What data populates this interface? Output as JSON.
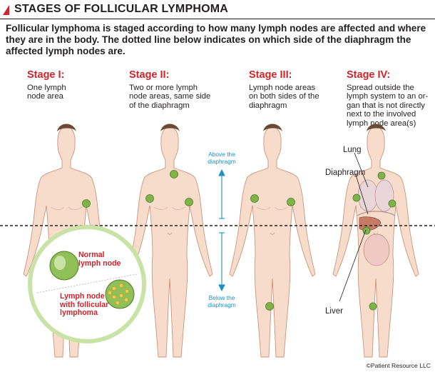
{
  "header": {
    "title": "STAGES OF FOLLICULAR LYMPHOMA"
  },
  "intro": "Follicular lymphoma is staged according to how many lymph nodes are affected and where they are in the body. The dotted line below indicates on which side of the diaphragm the affected lymph nodes are.",
  "stages": [
    {
      "label": "Stage I:",
      "description": "One lymph\nnode area"
    },
    {
      "label": "Stage II:",
      "description": "Two or more lymph\nnode areas, same side\nof the diaphragm"
    },
    {
      "label": "Stage III:",
      "description": "Lymph node areas\non both sides of the\ndiaphragm"
    },
    {
      "label": "Stage IV:",
      "description": "Spread outside the\nlymph system to an or-\ngan that is not directly\nnext to the involved\nlymph node area(s)"
    }
  ],
  "arrow_labels": {
    "above": "Above the\ndiaphragm",
    "below": "Below the\ndiaphragm"
  },
  "organ_labels": {
    "lung": "Lung",
    "diaphragm": "Diaphragm",
    "liver": "Liver"
  },
  "inset": {
    "normal": "Normal\nlymph node",
    "follicular": "Lymph node\nwith follicular\nlymphoma"
  },
  "credit": "©Patient Resource LLC",
  "colors": {
    "accent": "#d2232a",
    "skin": "#f7dccb",
    "skin_stroke": "#c9957c",
    "node": "#7fb348",
    "inset_ring": "#c9e3a6",
    "arrow": "#1f8fc4"
  }
}
